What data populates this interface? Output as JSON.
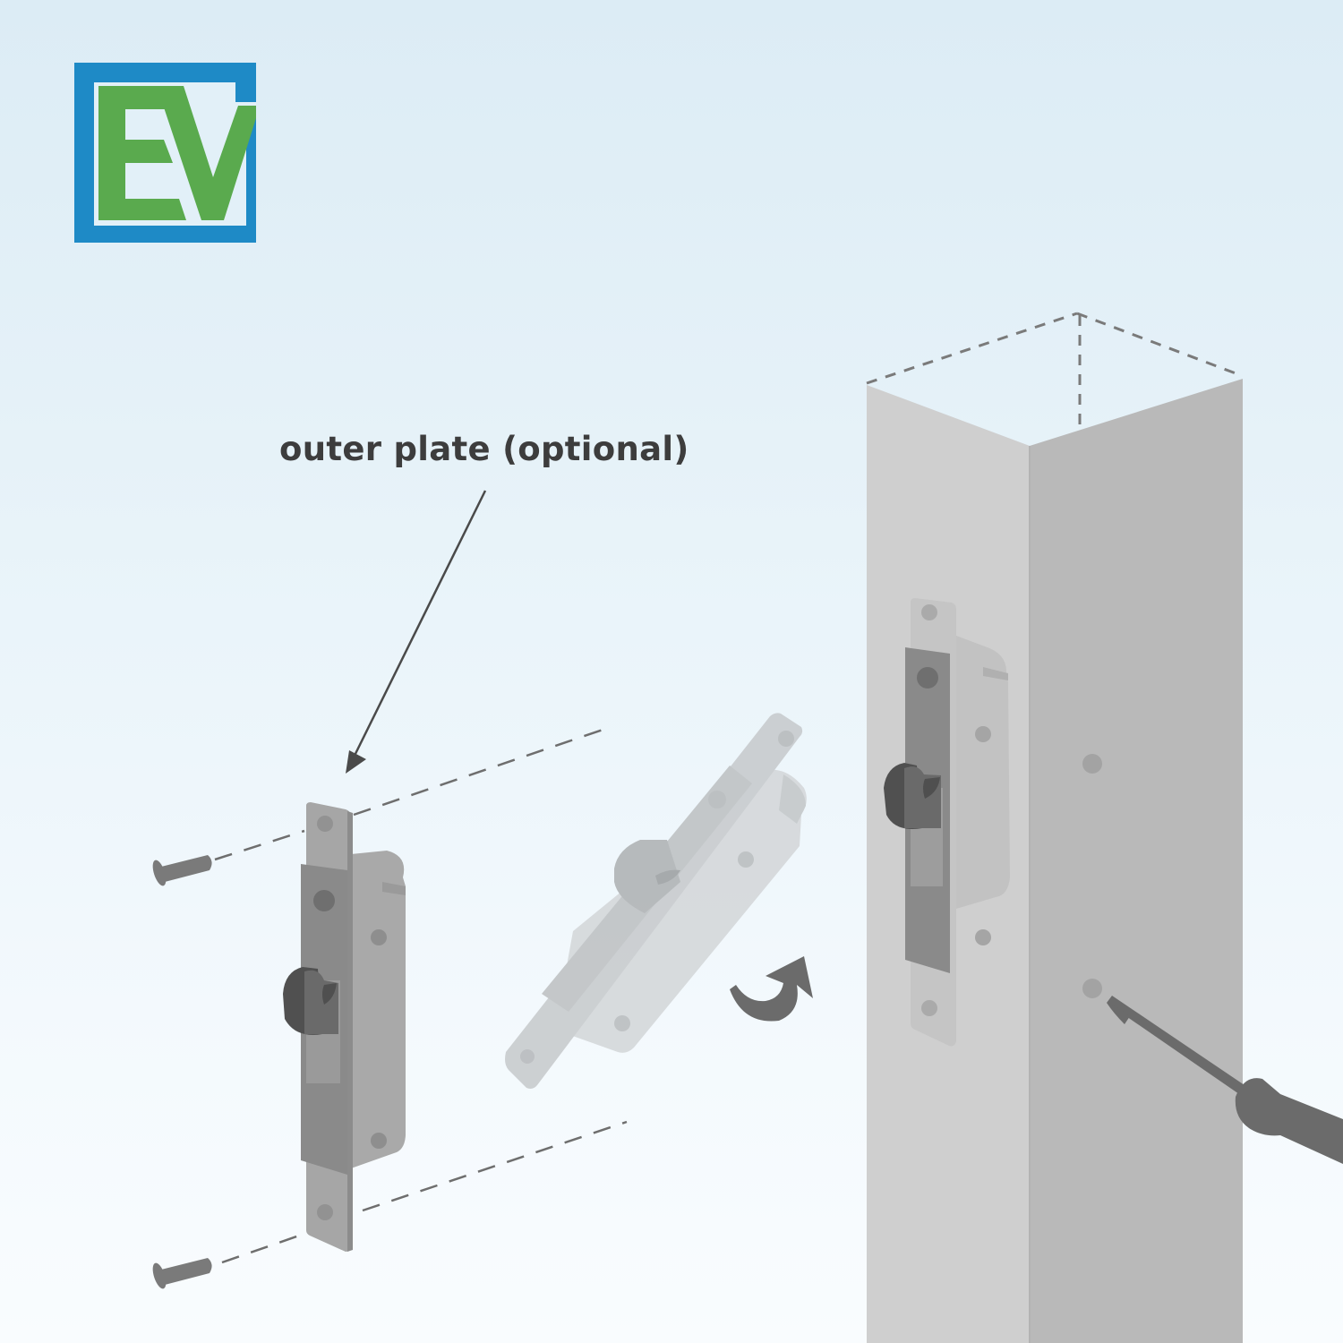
{
  "logo": {
    "letters": "EV",
    "colors": {
      "frame": "#1e8ac6",
      "letters": "#5aaa4e",
      "inner": "#e2f0f8"
    }
  },
  "callout": {
    "label": "outer plate (optional)",
    "arrow_color": "#4a4a4a"
  },
  "diagram": {
    "steps": [
      {
        "id": "lock-with-outer-plate",
        "description": "Mortise hook lock with outer plate and two screws"
      },
      {
        "id": "lock-rotating",
        "description": "Lock being rotated into the post (faded)"
      },
      {
        "id": "lock-installed",
        "description": "Lock inserted into post, screwed in with screwdriver"
      }
    ],
    "icons": [
      "screw-icon",
      "screw-icon",
      "rotate-arrow-icon",
      "screwdriver-icon"
    ],
    "colors": {
      "post_front": "#cfcfcf",
      "post_side": "#b9b9b9",
      "plate": "#a6a6a6",
      "lock_body": "#8a8a8a",
      "hook": "#555555",
      "screw": "#7a7a7a",
      "dashes": "#6e6e6e"
    }
  }
}
